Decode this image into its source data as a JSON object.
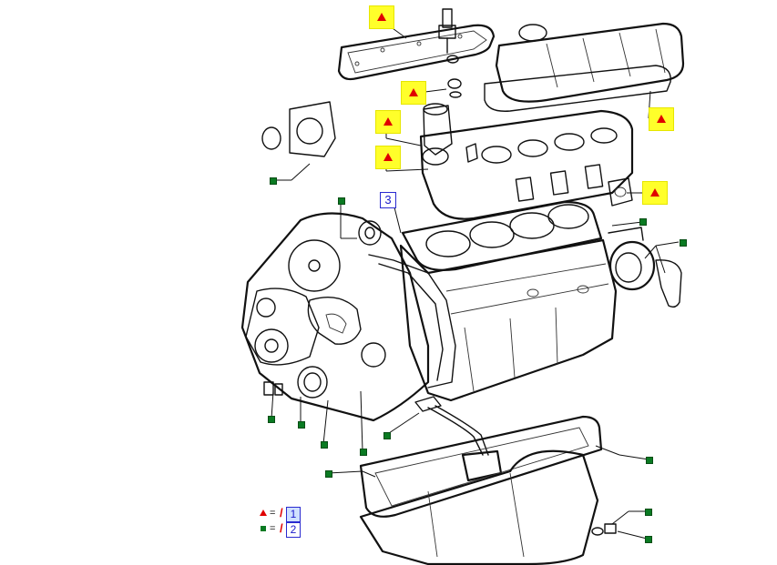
{
  "diagram": {
    "callout_main": "3",
    "legend": [
      {
        "symbol": "red-triangle",
        "equals": "=",
        "ref": "1"
      },
      {
        "symbol": "green-square",
        "equals": "=",
        "ref": "2"
      }
    ]
  },
  "colors": {
    "highlight": "#ffff2a",
    "triangle": "#e00000",
    "square": "#0a7a22",
    "callout": "#2a2ad0"
  }
}
